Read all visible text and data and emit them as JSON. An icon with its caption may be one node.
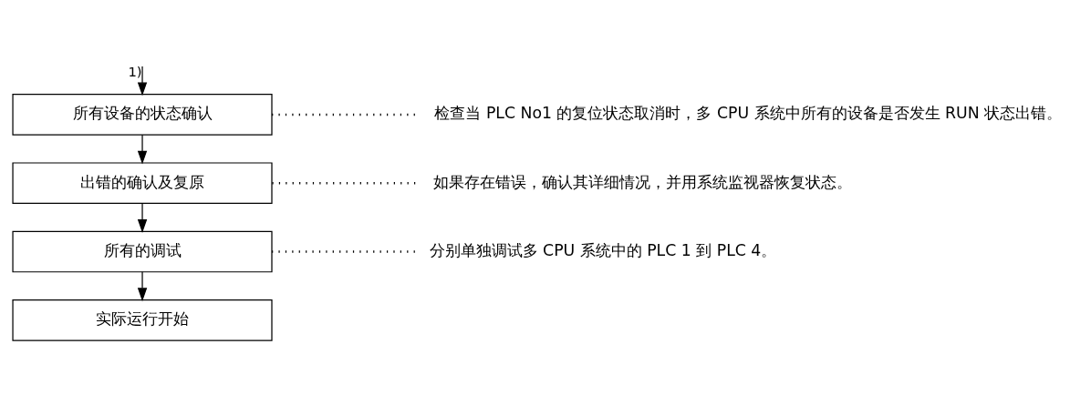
{
  "diagram": {
    "nodes": [
      {
        "text": [
          "所有设备的状态确认"
        ]
      },
      {
        "text": [
          "出错的确认及复原"
        ]
      },
      {
        "text": [
          "所有的调试"
        ]
      },
      {
        "text": [
          "实际运行开始"
        ]
      },
      {
        "text": [
          "检查当 PLC No1 的复位状态取消时，多 CPU 系统中所有的设备是否发生 RUN 状态出错。"
        ]
      },
      {
        "text": [
          "如果存在错误，确认其详细情况，并用系统监视器恢复状态。"
        ]
      },
      {
        "text": [
          "分别单独调试多 CPU 系统中的 PLC 1 到 PLC 4。"
        ]
      }
    ],
    "edges": [
      {
        "from": null,
        "to": 0,
        "arrow": "to",
        "label": "1)"
      },
      {
        "from": 0,
        "to": 1,
        "arrow": "to"
      },
      {
        "from": 1,
        "to": 2,
        "arrow": "to"
      },
      {
        "from": 2,
        "to": 3,
        "arrow": "to"
      },
      {
        "from": 0,
        "to": 4,
        "arrow": "none",
        "style": "dashed"
      },
      {
        "from": 1,
        "to": 5,
        "arrow": "none",
        "style": "dashed"
      },
      {
        "from": 2,
        "to": 6,
        "arrow": "none",
        "style": "dashed"
      }
    ]
  }
}
